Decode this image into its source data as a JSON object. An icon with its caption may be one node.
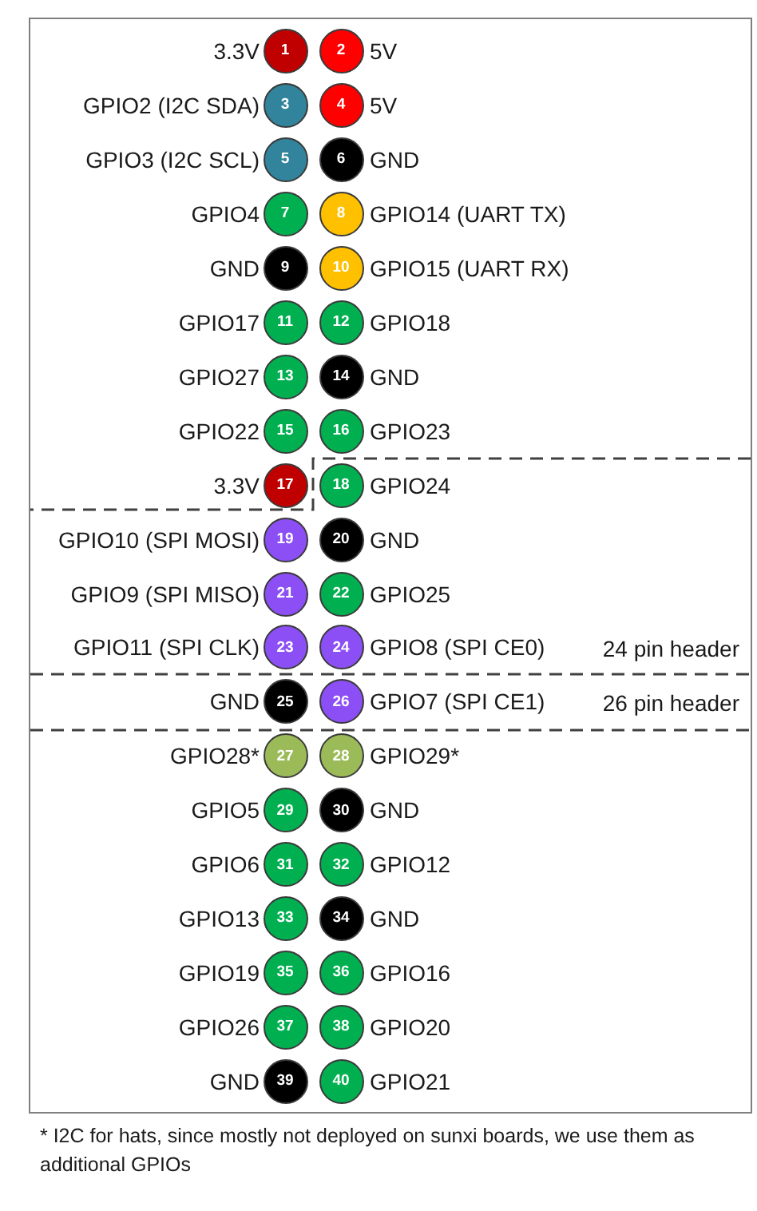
{
  "diagram": {
    "nodes": [
      {
        "text": [
          "1"
        ],
        "beside": [
          "3.3V"
        ]
      },
      {
        "text": [
          "2"
        ],
        "beside": [
          "5V"
        ]
      },
      {
        "text": [
          "3"
        ],
        "beside": [
          "GPIO2 (I2C SDA)"
        ]
      },
      {
        "text": [
          "4"
        ],
        "beside": [
          "5V"
        ]
      },
      {
        "text": [
          "5"
        ],
        "beside": [
          "GPIO3 (I2C SCL)"
        ]
      },
      {
        "text": [
          "6"
        ],
        "beside": [
          "GND"
        ]
      },
      {
        "text": [
          "7"
        ],
        "beside": [
          "GPIO4"
        ]
      },
      {
        "text": [
          "8"
        ],
        "beside": [
          "GPIO14 (UART TX)"
        ]
      },
      {
        "text": [
          "9"
        ],
        "beside": [
          "GND"
        ]
      },
      {
        "text": [
          "10"
        ],
        "beside": [
          "GPIO15 (UART RX)"
        ]
      },
      {
        "text": [
          "11"
        ],
        "beside": [
          "GPIO17"
        ]
      },
      {
        "text": [
          "12"
        ],
        "beside": [
          "GPIO18"
        ]
      },
      {
        "text": [
          "13"
        ],
        "beside": [
          "GPIO27"
        ]
      },
      {
        "text": [
          "14"
        ],
        "beside": [
          "GND"
        ]
      },
      {
        "text": [
          "15"
        ],
        "beside": [
          "GPIO22"
        ]
      },
      {
        "text": [
          "16"
        ],
        "beside": [
          "GPIO23"
        ]
      },
      {
        "text": [
          "17"
        ],
        "beside": [
          "3.3V"
        ]
      },
      {
        "text": [
          "18"
        ],
        "beside": [
          "GPIO24"
        ]
      },
      {
        "text": [
          "19"
        ],
        "beside": [
          "GPIO10 (SPI MOSI)"
        ]
      },
      {
        "text": [
          "20"
        ],
        "beside": [
          "GND"
        ]
      },
      {
        "text": [
          "21"
        ],
        "beside": [
          "GPIO9 (SPI MISO)"
        ]
      },
      {
        "text": [
          "22"
        ],
        "beside": [
          "GPIO25"
        ]
      },
      {
        "text": [
          "23"
        ],
        "beside": [
          "GPIO11 (SPI CLK)"
        ]
      },
      {
        "text": [
          "24"
        ],
        "beside": [
          "GPIO8 (SPI CE0)"
        ]
      },
      {
        "text": [
          "25"
        ],
        "beside": [
          "GND"
        ]
      },
      {
        "text": [
          "26"
        ],
        "beside": [
          "GPIO7 (SPI CE1)"
        ]
      },
      {
        "text": [
          "27"
        ],
        "beside": [
          "GPIO28*"
        ]
      },
      {
        "text": [
          "28"
        ],
        "beside": [
          "GPIO29*"
        ]
      },
      {
        "text": [
          "29"
        ],
        "beside": [
          "GPIO5"
        ]
      },
      {
        "text": [
          "30"
        ],
        "beside": [
          "GND"
        ]
      },
      {
        "text": [
          "31"
        ],
        "beside": [
          "GPIO6"
        ]
      },
      {
        "text": [
          "32"
        ],
        "beside": [
          "GPIO12"
        ]
      },
      {
        "text": [
          "33"
        ],
        "beside": [
          "GPIO13"
        ]
      },
      {
        "text": [
          "34"
        ],
        "beside": [
          "GND"
        ]
      },
      {
        "text": [
          "35"
        ],
        "beside": [
          "GPIO19"
        ]
      },
      {
        "text": [
          "36"
        ],
        "beside": [
          "GPIO16"
        ]
      },
      {
        "text": [
          "37"
        ],
        "beside": [
          "GPIO26"
        ]
      },
      {
        "text": [
          "38"
        ],
        "beside": [
          "GPIO20"
        ]
      },
      {
        "text": [
          "39"
        ],
        "beside": [
          "GND"
        ]
      },
      {
        "text": [
          "40"
        ],
        "beside": [
          "GPIO21"
        ]
      }
    ],
    "labels": [
      "24 pin header",
      "26 pin header",
      "* I2C for hats, since mostly not deployed on sunxi boards, we use them as additional GPIOs"
    ]
  }
}
